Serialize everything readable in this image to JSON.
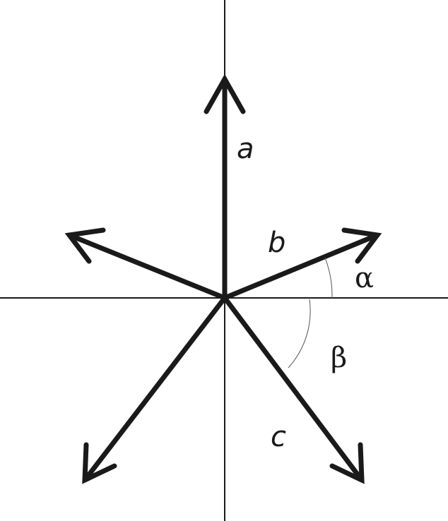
{
  "labels": {
    "vector_a": "a",
    "vector_b": "b",
    "vector_c": "c",
    "angle_alpha": "α",
    "angle_beta": "β"
  },
  "colors": {
    "ink": "#1a1a1a",
    "background": "#ffffff"
  }
}
